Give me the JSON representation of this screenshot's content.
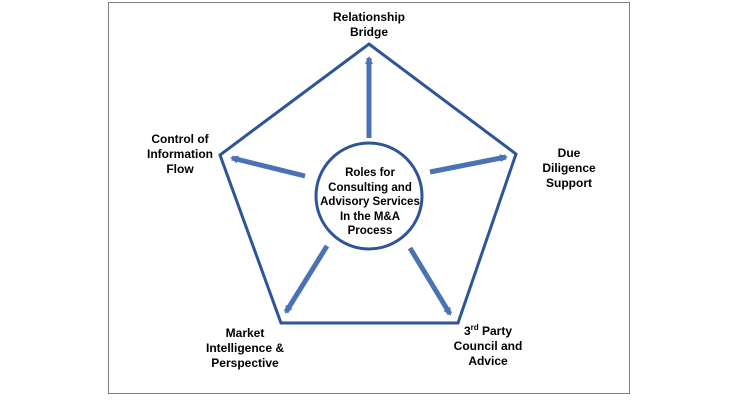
{
  "diagram": {
    "center": {
      "lines": [
        "Roles for",
        "Consulting and",
        "Advisory Services",
        "In the M&A",
        "Process"
      ]
    },
    "nodes": {
      "top": {
        "lines": [
          "Relationship",
          "Bridge"
        ]
      },
      "right": {
        "lines": [
          "Due",
          "Diligence",
          "Support"
        ]
      },
      "bottom_right": {
        "line1_base": "3",
        "line1_sup": "rd",
        "line1_rest": " Party",
        "lines": [
          "Council and",
          "Advice"
        ]
      },
      "bottom_left": {
        "lines": [
          "Market",
          "Intelligence &",
          "Perspective"
        ]
      },
      "left": {
        "lines": [
          "Control of",
          "Information",
          "Flow"
        ]
      }
    },
    "colors": {
      "line": "#2e5597",
      "arrow": "#4a72b5",
      "frame": "#808080"
    }
  }
}
